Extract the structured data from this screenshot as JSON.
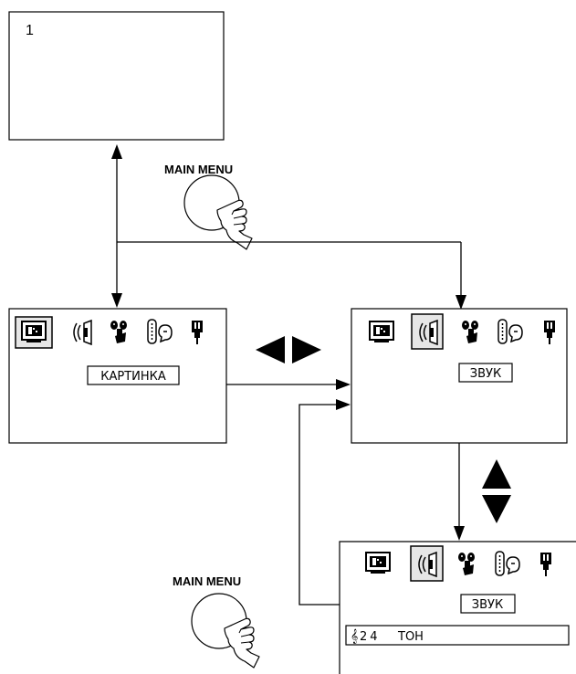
{
  "screens": {
    "initial": {
      "label": "1"
    },
    "picture_menu": {
      "label": "КАРТИНКА"
    },
    "sound_menu": {
      "label": "ЗВУК"
    },
    "sound_submenu": {
      "label": "ЗВУК",
      "setting_value": "24",
      "setting_name": "ТОН"
    }
  },
  "buttons": {
    "top": {
      "label": "MAIN MENU"
    },
    "bottom": {
      "label": "MAIN MENU"
    }
  },
  "icons": [
    "picture-icon",
    "sound-icon",
    "features-icon",
    "install-icon",
    "power-icon"
  ],
  "colors": {
    "line": "#000000",
    "background": "#ffffff",
    "selected_fill": "#e6e6e6"
  }
}
